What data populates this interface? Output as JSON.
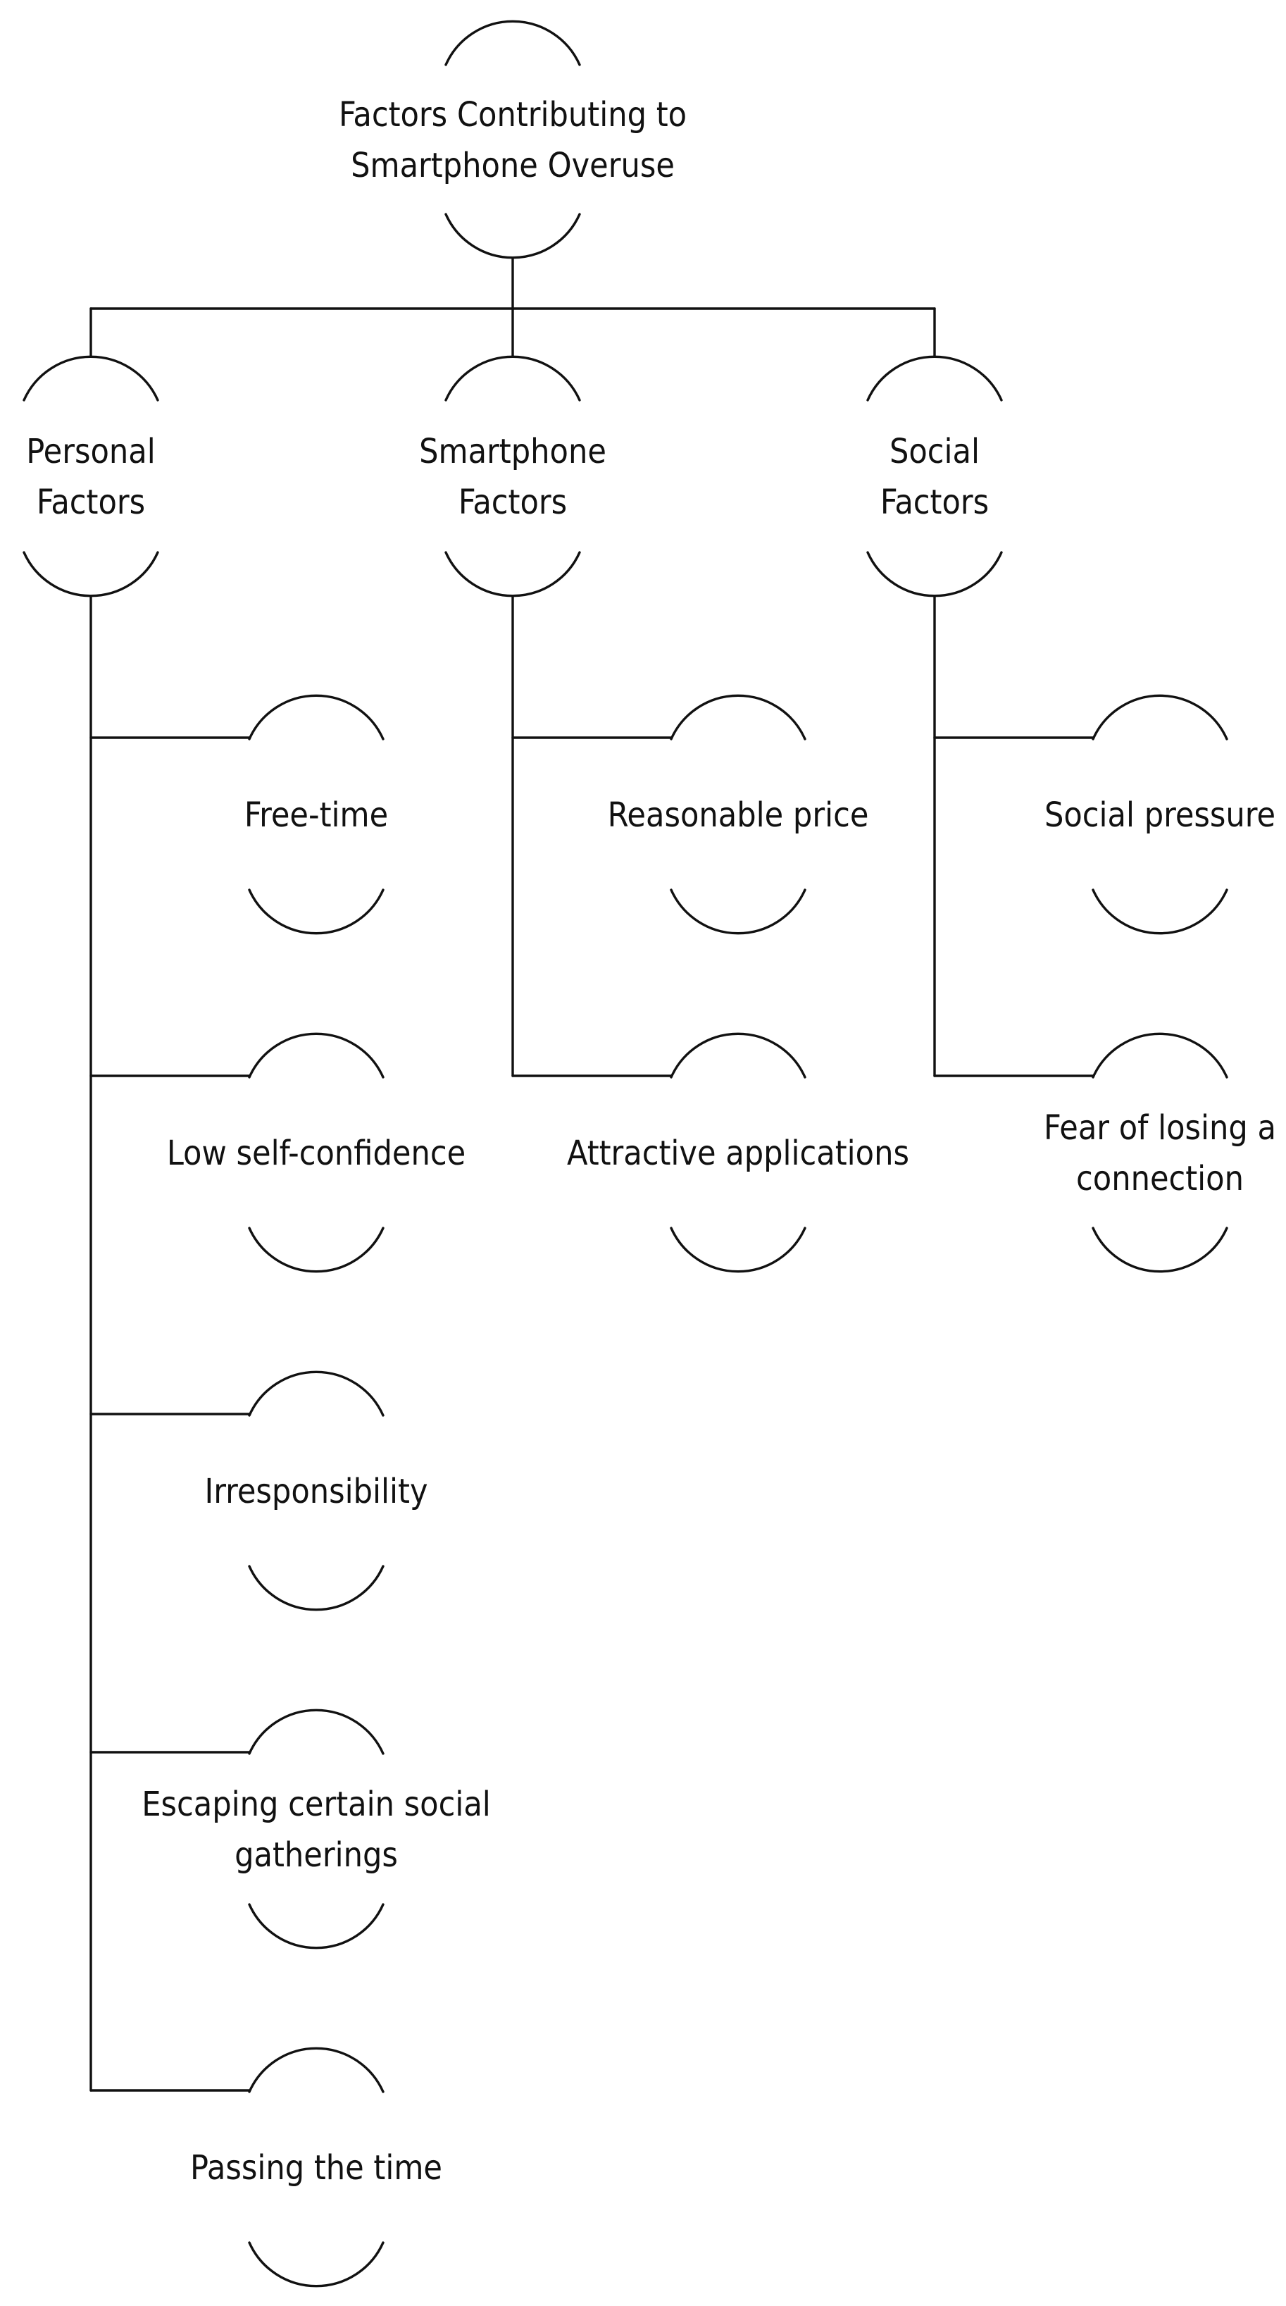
{
  "diagram": {
    "root": {
      "label_lines": [
        "Factors Contributing to",
        "Smartphone Overuse"
      ]
    },
    "categories": [
      {
        "id": "personal",
        "label_lines": [
          "Personal",
          "Factors"
        ],
        "children": [
          {
            "label_lines": [
              "Free-time"
            ]
          },
          {
            "label_lines": [
              "Low self-confidence"
            ]
          },
          {
            "label_lines": [
              "Irresponsibility"
            ]
          },
          {
            "label_lines": [
              "Escaping certain social",
              "gatherings"
            ]
          },
          {
            "label_lines": [
              "Passing the time"
            ]
          }
        ]
      },
      {
        "id": "smartphone",
        "label_lines": [
          "Smartphone",
          "Factors"
        ],
        "children": [
          {
            "label_lines": [
              "Reasonable price"
            ]
          },
          {
            "label_lines": [
              "Attractive applications"
            ]
          }
        ]
      },
      {
        "id": "social",
        "label_lines": [
          "Social",
          "Factors"
        ],
        "children": [
          {
            "label_lines": [
              "Social pressure"
            ]
          },
          {
            "label_lines": [
              "Fear of losing a",
              "connection"
            ]
          }
        ]
      }
    ]
  },
  "colors": {
    "background": "#ffffff",
    "line": "#111111",
    "text": "#111111"
  }
}
